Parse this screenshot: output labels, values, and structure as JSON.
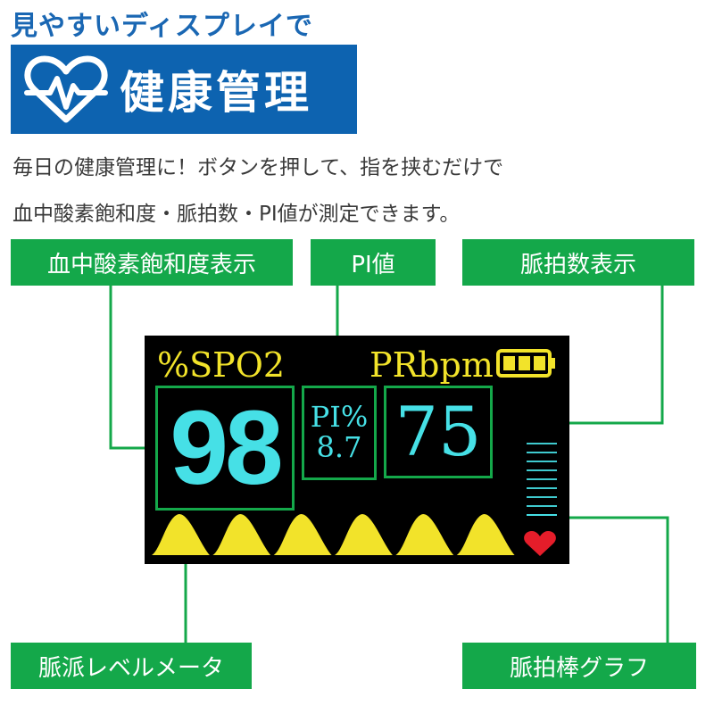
{
  "header": {
    "tagline": "見やすいディスプレイで",
    "title": "健康管理",
    "icon": "heart-pulse-icon"
  },
  "description": {
    "line1": "毎日の健康管理に！ボタンを押して、指を挟むだけで",
    "line2": "血中酸素飽和度・脈拍数・PI値が測定できます。"
  },
  "callouts": {
    "spo2": "血中酸素飽和度表示",
    "pi": "PI値",
    "pr": "脈拍数表示",
    "pleth": "脈派レベルメータ",
    "pulse_bar": "脈拍棒グラフ"
  },
  "display": {
    "spo2_label": "%SPO2",
    "pr_label": "PRbpm",
    "spo2_value": "98",
    "pi_label": "PI%",
    "pi_value": "8.7",
    "pr_value": "75",
    "battery_level": 1.0,
    "pulse_bar_level": 1,
    "pulse_bar_total": 9,
    "pleth_wave_count": 6
  },
  "colors": {
    "brand_blue": "#0d63b0",
    "callout_green": "#14a84a",
    "screen_bg": "#000000",
    "label_yellow": "#f2e32a",
    "value_cyan": "#46e0e6",
    "heart_red": "#e51d2a"
  }
}
